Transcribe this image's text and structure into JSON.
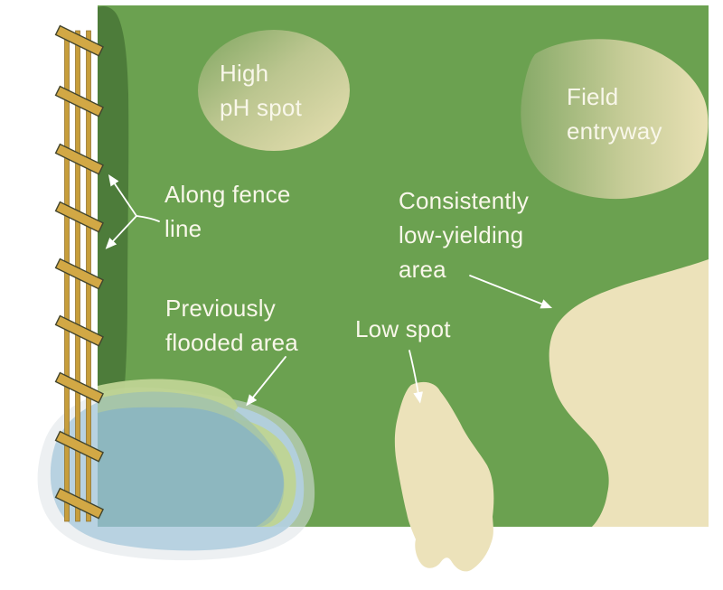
{
  "diagram": {
    "labels": {
      "high_ph_spot": "High\npH spot",
      "field_entryway": "Field\nentryway",
      "along_fence_line": "Along fence\nline",
      "low_yielding": "Consistently\nlow-yielding\narea",
      "flooded": "Previously\nflooded area",
      "low_spot": "Low spot"
    },
    "colors": {
      "field_green": "#6ba150",
      "fence_line_shade": "#4d7c3a",
      "problem_tan": "#ece2ba",
      "flooded_core": "#8db7bf",
      "flooded_mid": "#a3c3ab",
      "flooded_ring": "#bfd493",
      "flooded_blue": "#b3cfe0",
      "flooded_halo": "#dfe3e7",
      "fence_rail": "#c79e3b",
      "fence_crossbar": "#d2a845",
      "label_text": "#f9f7ea",
      "arrow": "#ffffff"
    }
  }
}
